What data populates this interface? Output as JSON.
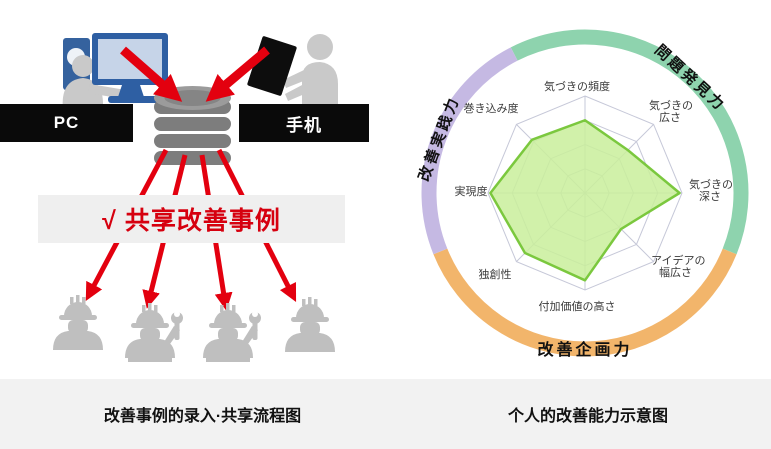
{
  "left_panel": {
    "pc_label": "PC",
    "phone_label": "手机",
    "banner_text": "√ 共享改善事例",
    "caption": "改善事例的录入·共享流程图",
    "icons": {
      "pc_user": "person-at-computer-icon",
      "phone_user": "person-with-phone-icon",
      "database": "database-cylinder-icon",
      "arrows": "red-arrow-icon",
      "workers": [
        "worker-helmet-icon",
        "worker-wrench-icon",
        "worker-wrench-icon",
        "worker-helmet-icon"
      ]
    }
  },
  "right_panel": {
    "caption": "个人的改善能力示意图"
  },
  "chart_data": {
    "type": "radar",
    "title": "个人的改善能力示意图",
    "categories": [
      "気づきの頻度",
      "気づきの広さ",
      "気づきの深さ",
      "アイデアの幅広さ",
      "付加価値の高さ",
      "独創性",
      "実現度",
      "巻き込み度"
    ],
    "values": [
      3.0,
      2.5,
      3.9,
      2.1,
      3.6,
      3.5,
      3.9,
      3.1
    ],
    "max": 4,
    "rings": 4,
    "grid": true,
    "legend_position": "outer-ring",
    "ring_segments": [
      {
        "label": "問題発見力",
        "color": "#8ed3ae",
        "start_deg": -27,
        "end_deg": 112
      },
      {
        "label": "改善企画力",
        "color": "#f2b56b",
        "start_deg": 112,
        "end_deg": 248
      },
      {
        "label": "改善実践力",
        "color": "#c5b9e3",
        "start_deg": 248,
        "end_deg": 333
      }
    ],
    "polygon_fill": "#c9ef9b",
    "polygon_stroke": "#7bc83e",
    "grid_color": "#c6c8d8"
  },
  "colors": {
    "arrow_red": "#e3000f",
    "banner_text_red": "#d6000f",
    "label_box_black": "#0a0a0a",
    "band_gray": "#efefef",
    "caption_band_gray": "#f2f2f2",
    "figure_gray": "#c9c9c9",
    "worker_gray": "#bfbfbf",
    "database_gray": "#7d7d7d",
    "pc_blue": "#2e5fa3"
  }
}
